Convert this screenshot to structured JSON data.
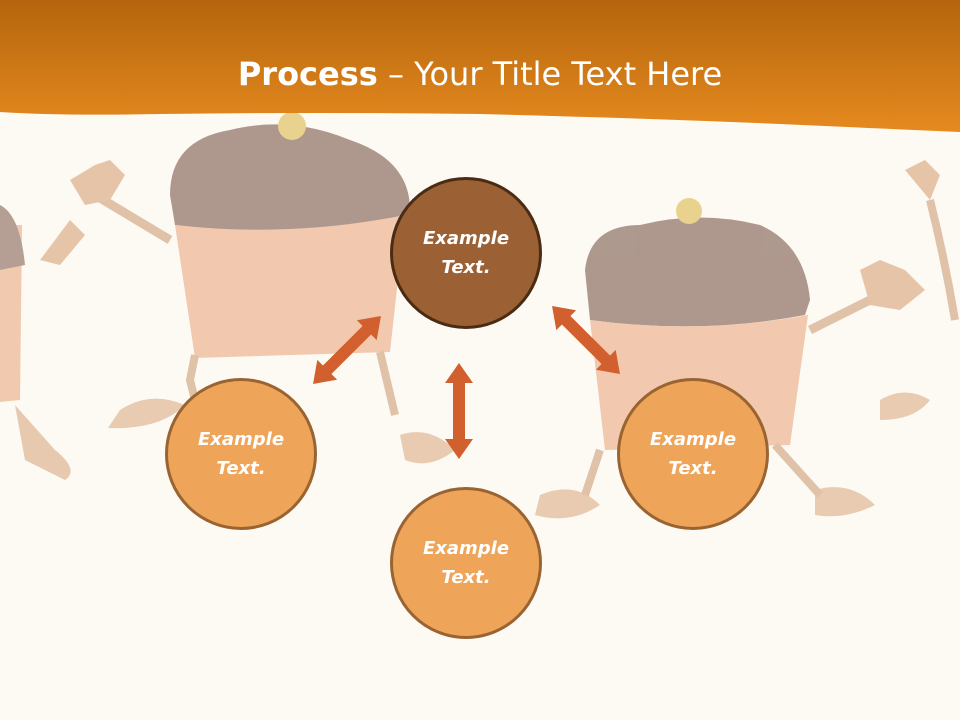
{
  "title": {
    "bold": "Process",
    "separator": " – ",
    "rest": "Your Title Text Here"
  },
  "nodes": {
    "center": {
      "line1": "Example",
      "line2": "Text."
    },
    "left": {
      "line1": "Example",
      "line2": "Text."
    },
    "bottom": {
      "line1": "Example",
      "line2": "Text."
    },
    "right": {
      "line1": "Example",
      "line2": "Text."
    }
  },
  "colors": {
    "header": "#e0821c",
    "center_fill": "#9c6035",
    "outer_fill": "#eea55a",
    "arrow": "#d2602e",
    "background": "#fdf9f3"
  }
}
